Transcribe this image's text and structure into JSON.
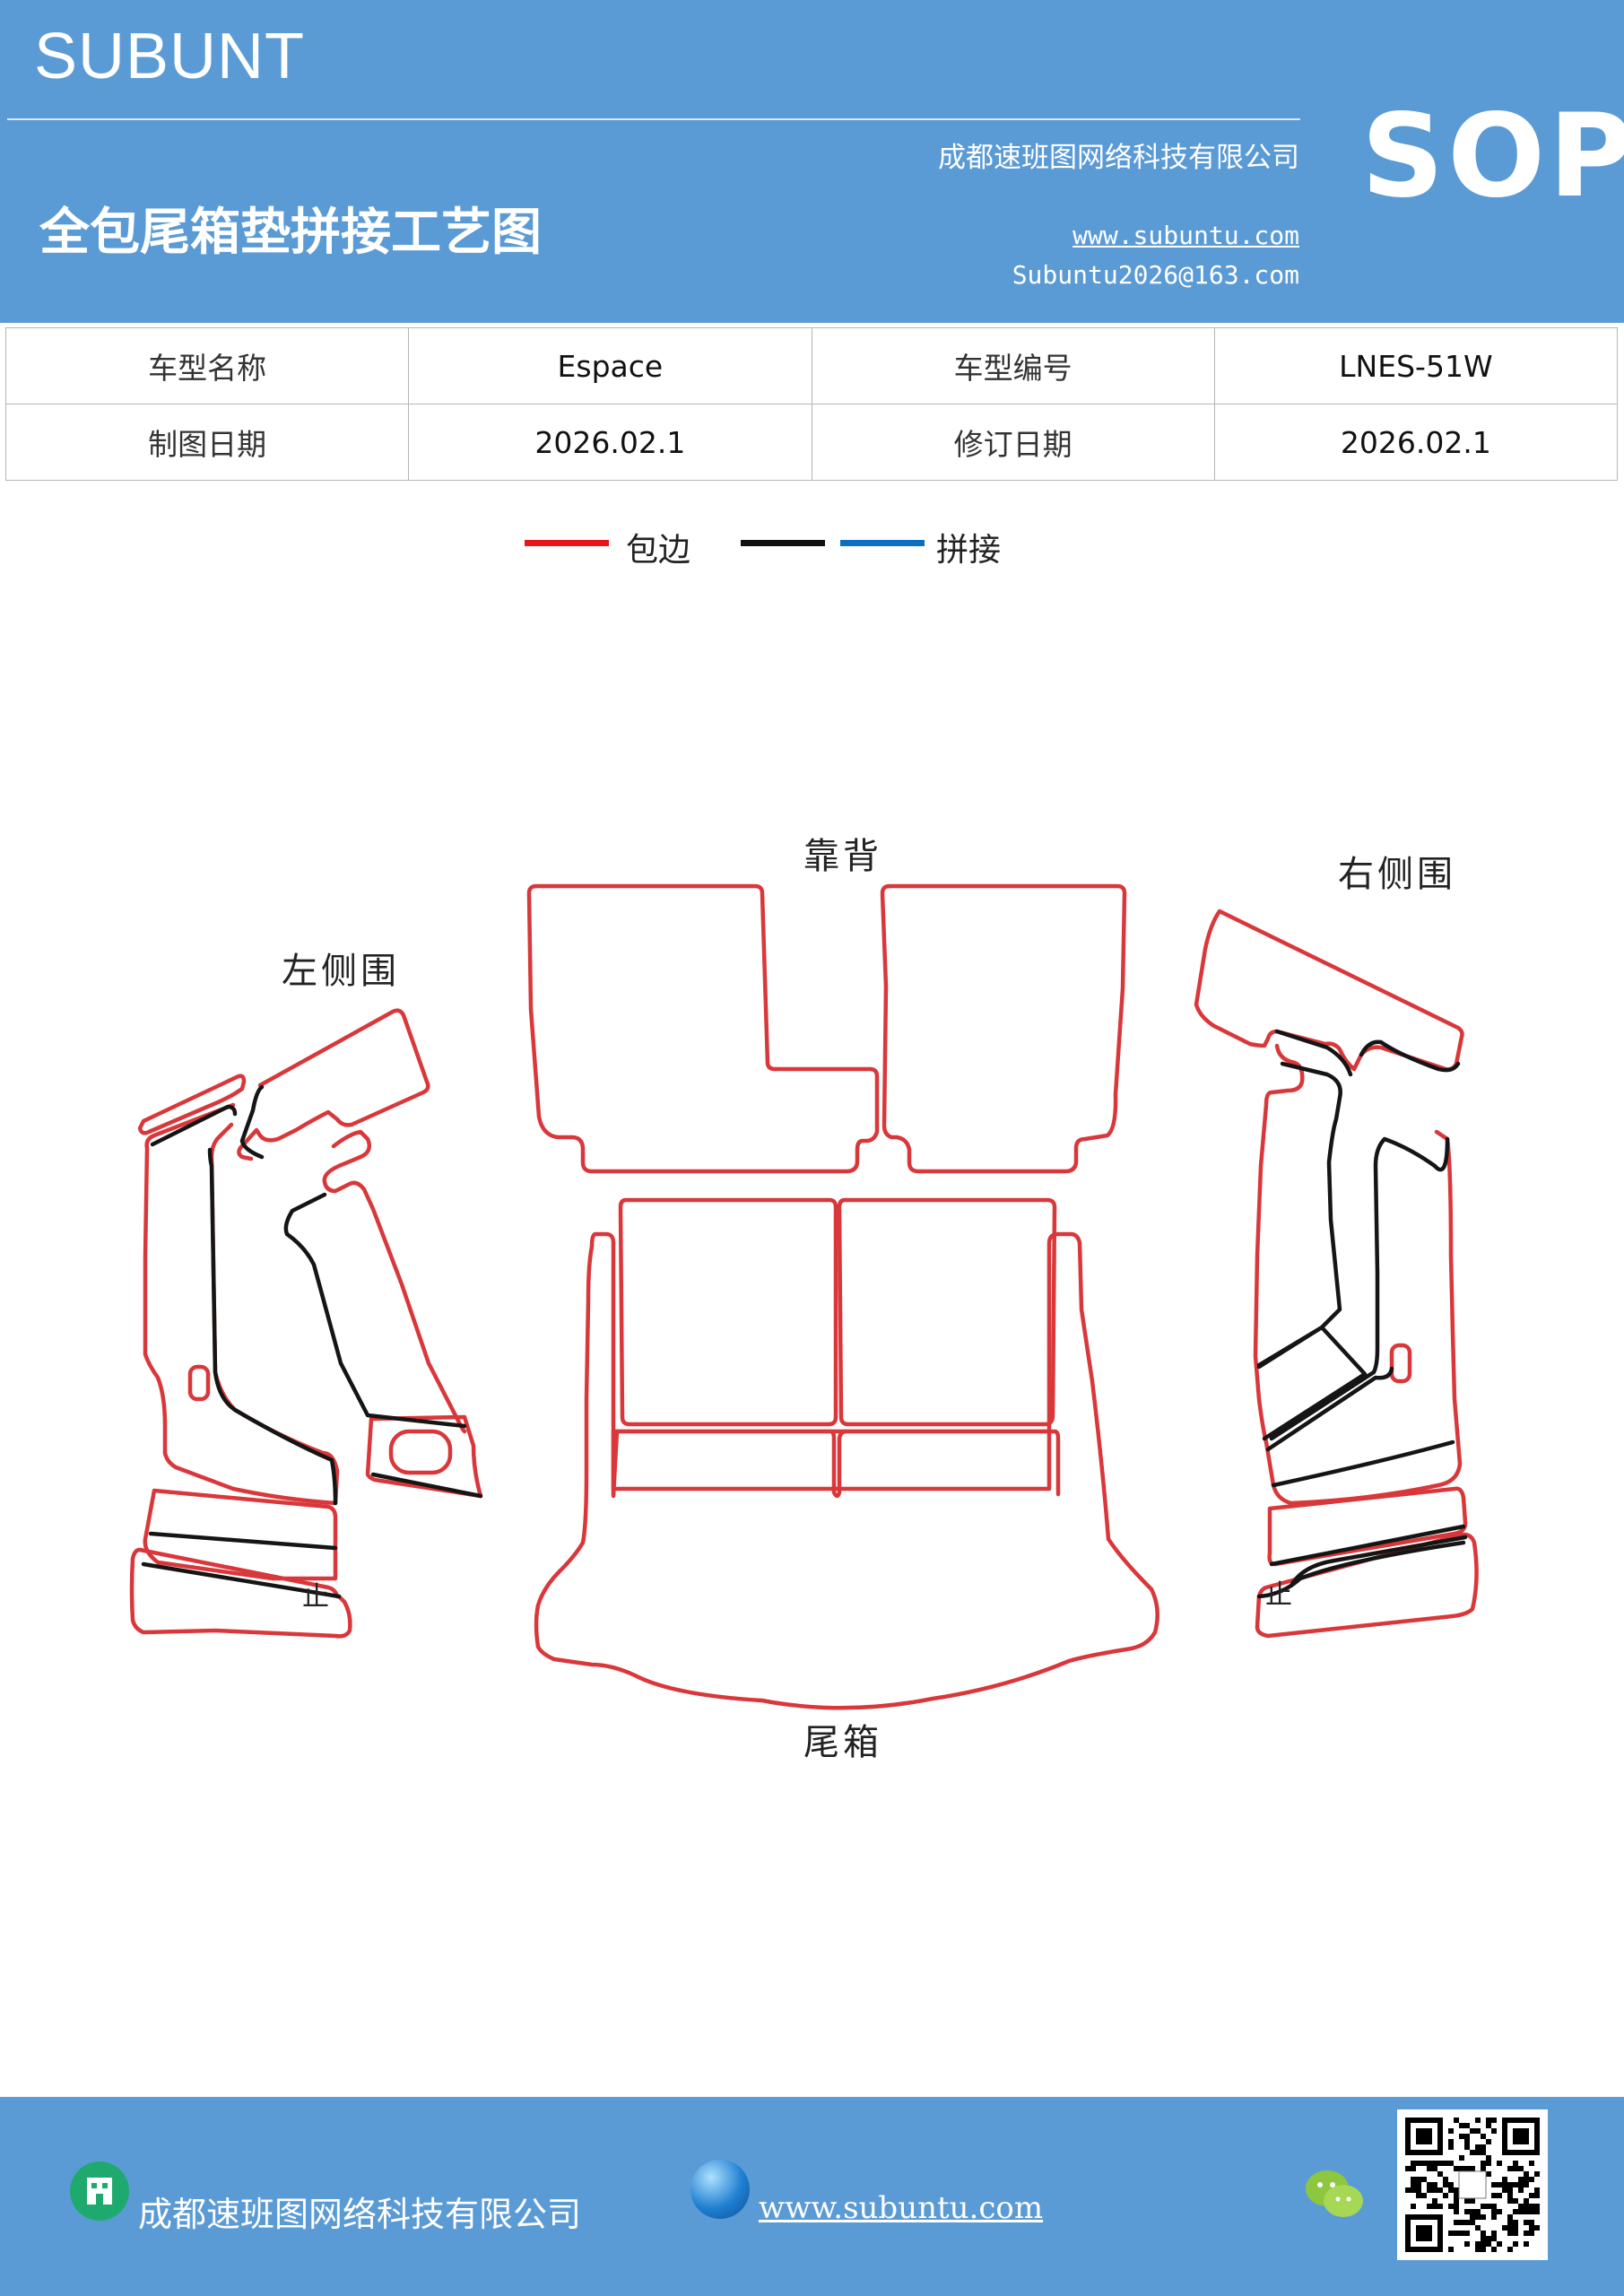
{
  "header": {
    "brand": "SUBUNT",
    "company": "成都速班图网络科技有限公司",
    "title": "全包尾箱垫拼接工艺图",
    "website": "www.subuntu.com",
    "email": "Subuntu2026@163.com",
    "badge": "SOP"
  },
  "info_table": {
    "rows": [
      [
        {
          "text": "车型名称",
          "kind": "label"
        },
        {
          "text": "Espace",
          "kind": "value"
        },
        {
          "text": "车型编号",
          "kind": "label"
        },
        {
          "text": "LNES-51W",
          "kind": "value"
        }
      ],
      [
        {
          "text": "制图日期",
          "kind": "label"
        },
        {
          "text": "2026.02.1",
          "kind": "value"
        },
        {
          "text": "修订日期",
          "kind": "label"
        },
        {
          "text": "2026.02.1",
          "kind": "value"
        }
      ]
    ]
  },
  "legend": {
    "edging_label": "包边",
    "splice_label": "拼接",
    "colors": {
      "edging": "#e8141b",
      "black": "#111111",
      "splice": "#0b6fc2"
    }
  },
  "diagram": {
    "labels": {
      "left_side": "左侧围",
      "backrest": "靠背",
      "right_side": "右侧围",
      "trunk": "尾箱",
      "left_stop": "止",
      "right_stop": "止"
    },
    "colors": {
      "outline": "#d9373a",
      "splice": "#151515"
    }
  },
  "footer": {
    "company": "成都速班图网络科技有限公司",
    "website": "www.subuntu.com"
  }
}
